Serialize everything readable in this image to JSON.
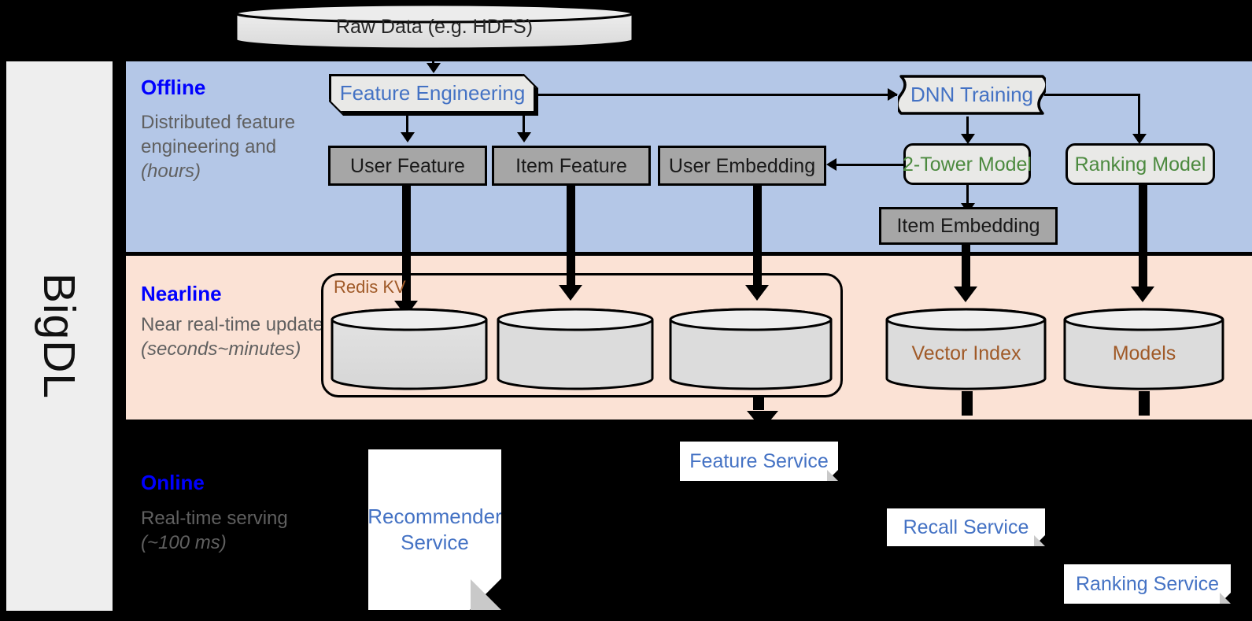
{
  "sidebar": {
    "label": "BigDL"
  },
  "bands": [
    {
      "id": "offline",
      "title": "Offline",
      "description": "Distributed feature engineering and ",
      "description_italic": "(hours)",
      "color": "#b4c7e7"
    },
    {
      "id": "nearline",
      "title": "Nearline",
      "description": "Near real-time update ",
      "description_italic": "(seconds~minutes)",
      "color": "#fbe2d5"
    },
    {
      "id": "online",
      "title": "Online",
      "description": "Real-time serving ",
      "description_italic": "(~100 ms)",
      "color": "#000000"
    }
  ],
  "offline": {
    "raw_data": "Raw Data (e.g. HDFS)",
    "feature_engineering": "Feature Engineering",
    "dnn_training": "DNN Training",
    "user_feature": "User Feature",
    "item_feature": "Item Feature",
    "user_embedding": "User Embedding",
    "two_tower_model": "2-Tower Model",
    "ranking_model": "Ranking Model",
    "item_embedding": "Item Embedding"
  },
  "nearline": {
    "redis_kv": "Redis KV",
    "vector_index": "Vector Index",
    "models": "Models"
  },
  "online": {
    "recommender_service_line1": "Recommender",
    "recommender_service_line2": "Service",
    "feature_service": "Feature Service",
    "recall_service": "Recall Service",
    "ranking_service": "Ranking Service"
  },
  "colors": {
    "offline_band": "#b4c7e7",
    "nearline_band": "#fbe2d5",
    "online_band": "#000000",
    "band_title": "#0000ff",
    "band_desc": "#606060",
    "model_green": "#4c8a3f",
    "service_blue": "#4472c4",
    "store_brown": "#a05a28",
    "gray_box": "#a6a6a6",
    "light_box": "#e9e9e7",
    "sidebar": "#eeeeee"
  }
}
